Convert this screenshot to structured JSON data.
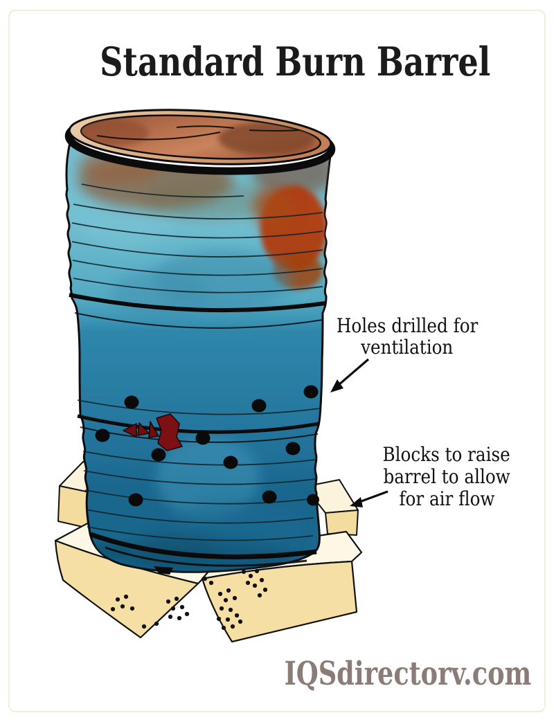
{
  "title": {
    "text": "Standard Burn Barrel",
    "color": "#1b1b1b"
  },
  "annotations": {
    "holes": {
      "lines": [
        "Holes drilled for",
        "ventilation"
      ],
      "color": "#111111"
    },
    "blocks": {
      "lines": [
        "Blocks to raise",
        "barrel to allow",
        "for air flow"
      ],
      "color": "#111111"
    }
  },
  "watermark": {
    "text": "IQSdirectorv.com",
    "color": "#8a7c76"
  },
  "illustration": {
    "subject": "standard burn barrel raised on blocks",
    "ventilation_hole_count": 11,
    "block_count": 4,
    "colors": {
      "barrel_blue_light": "#5fb3c9",
      "barrel_blue_dark": "#26799f",
      "rust_patch": "#b33b0c",
      "rust_hole_dark": "#7c1012",
      "lid_rust": "#b56a45",
      "lip_tan": "#e2bd93",
      "block_top": "#fdf7e6",
      "block_side": "#f5dfa4",
      "outline": "#0d0d0d",
      "hole_black": "#0a0a0a"
    }
  }
}
